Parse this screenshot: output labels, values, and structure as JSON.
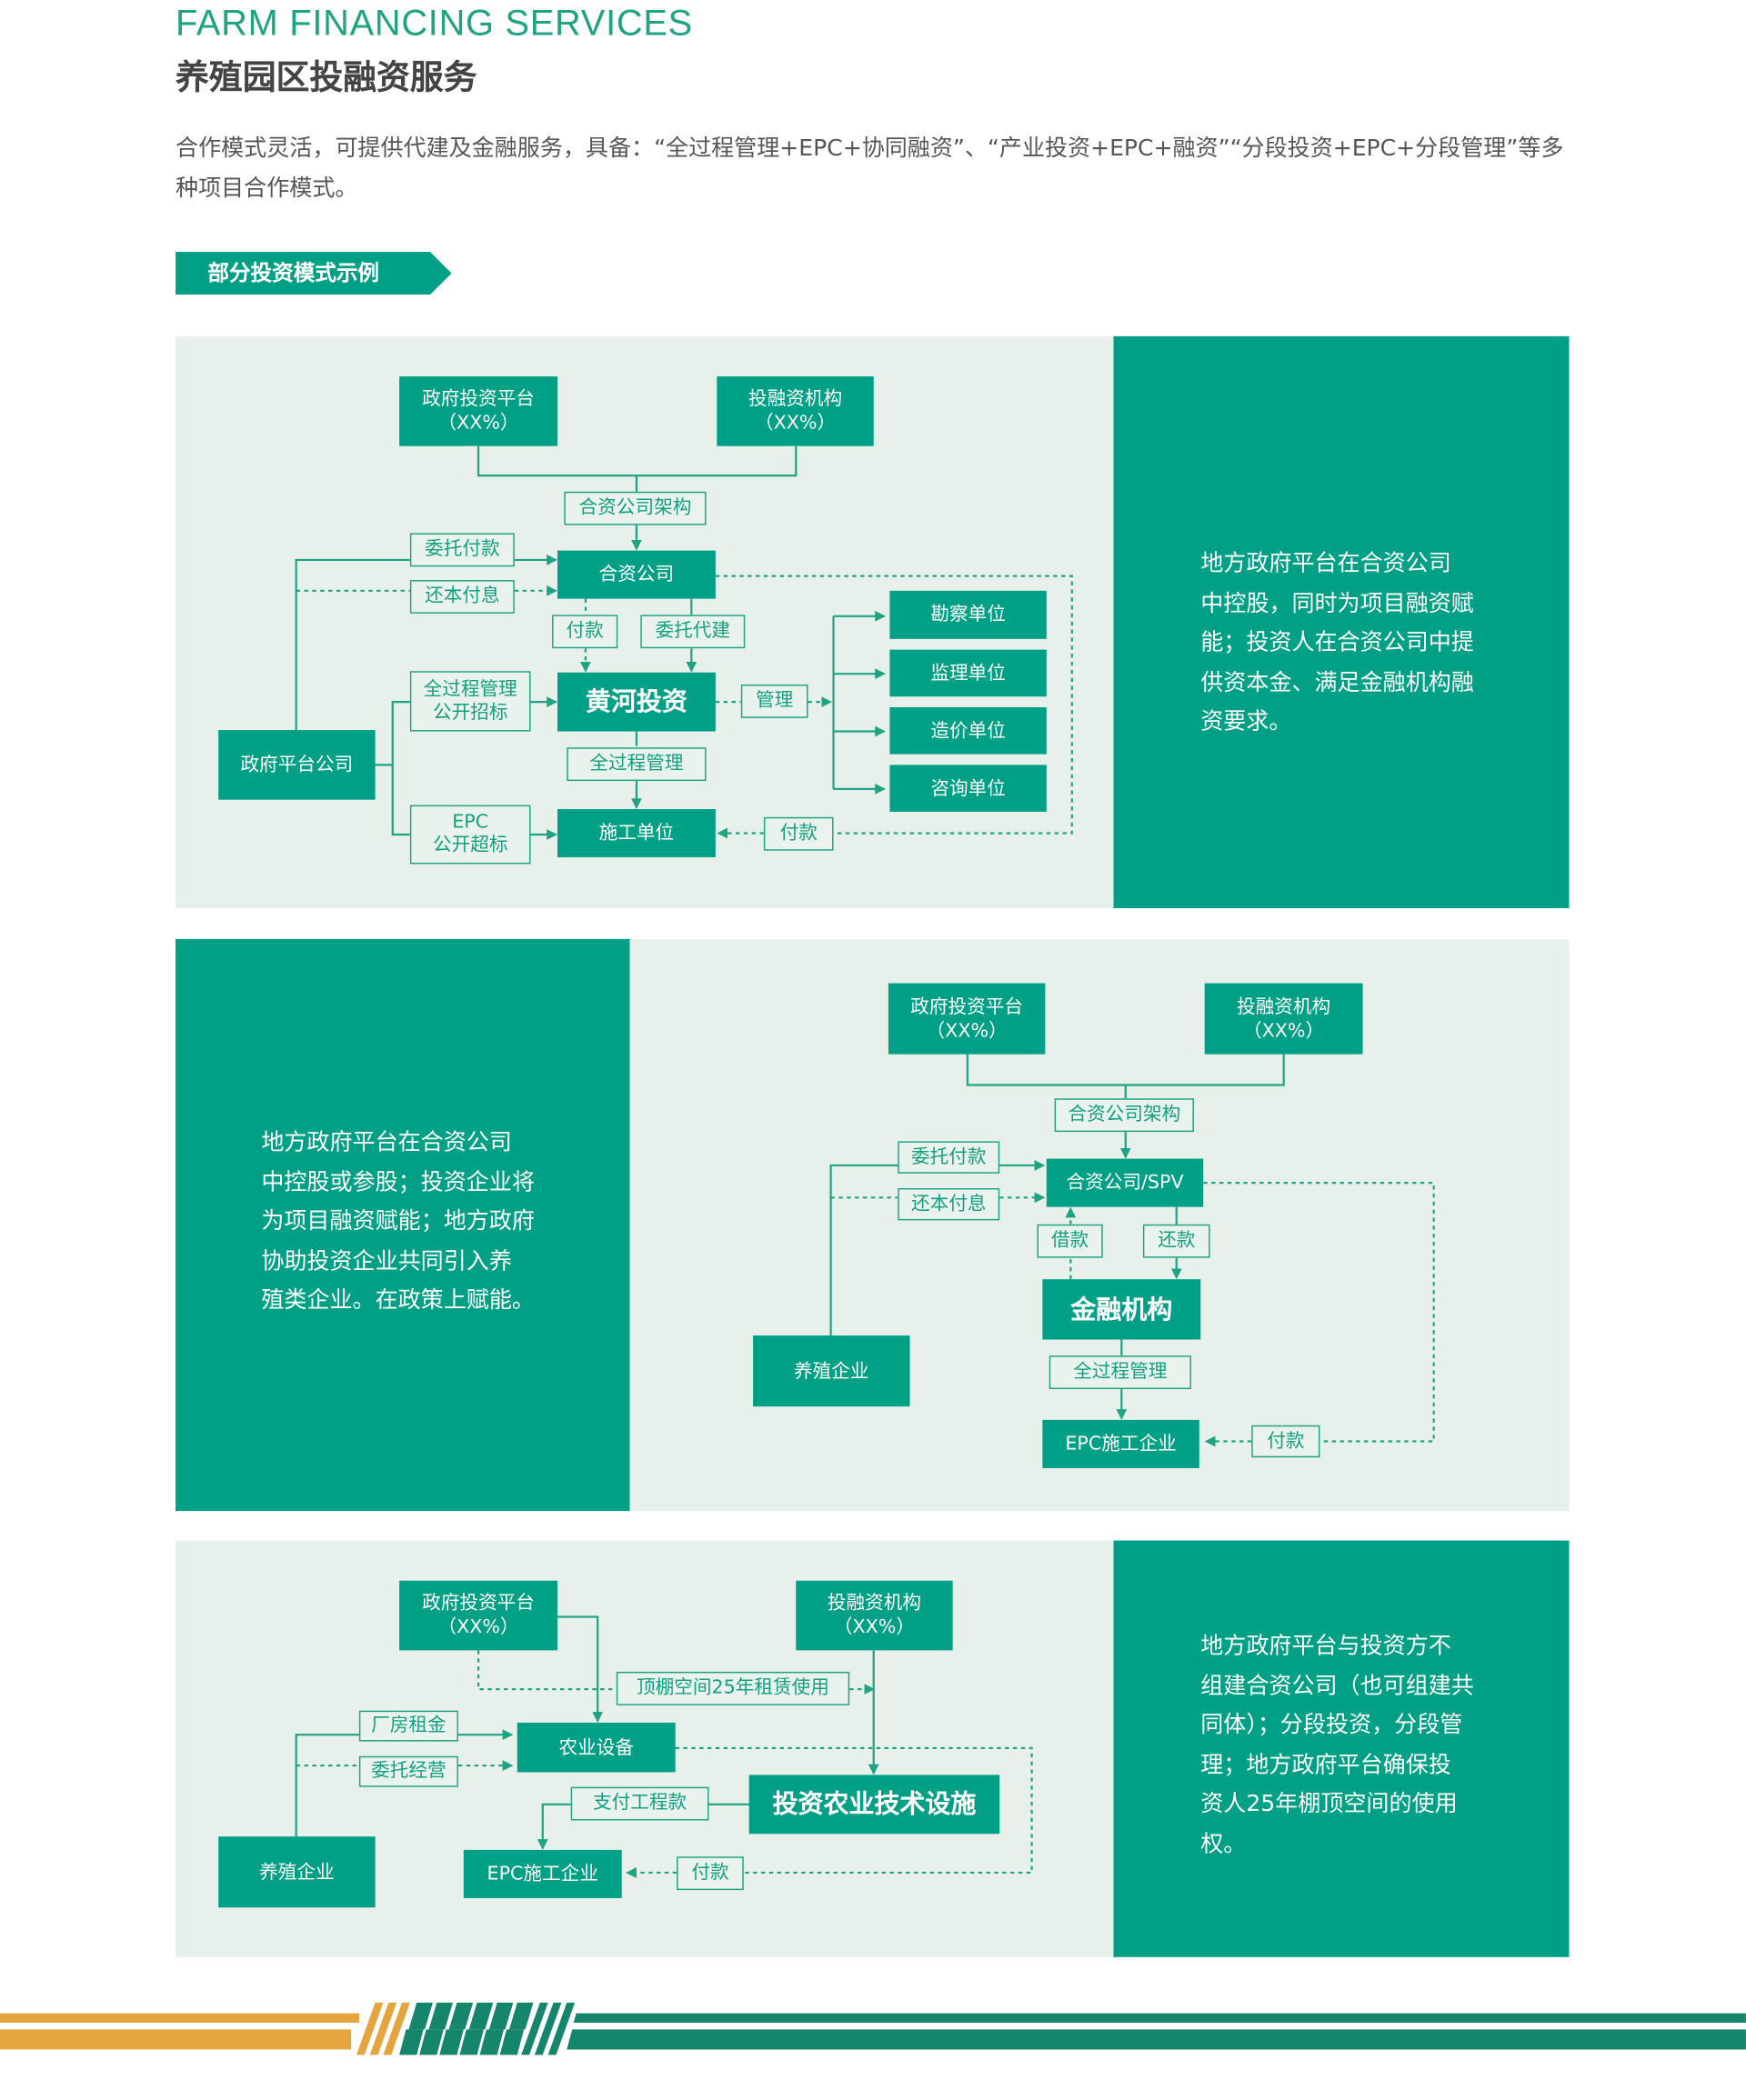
{
  "header": {
    "en_title": "FARM FINANCING SERVICES",
    "cn_title": "养殖园区投融资服务",
    "intro": "合作模式灵活，可提供代建及金融服务，具备：“全过程管理+EPC+协同融资”、“产业投资+EPC+融资”“分段投资+EPC+分段管理”等多种项目合作模式。",
    "section_tag": "部分投资模式示例"
  },
  "colors": {
    "brand": "#00a086",
    "panel_bg": "#e8f0ec",
    "accent_orange": "#e5a43e",
    "footer_green": "#15866c"
  },
  "d1": {
    "gov": "政府投资平台",
    "inv": "投融资机构",
    "pct": "（XX%）",
    "jv_struct": "合资公司架构",
    "jv": "合资公司",
    "entrust_pay": "委托付款",
    "repay": "还本付息",
    "pay": "付款",
    "entrust_build": "委托代建",
    "huanghe": "黄河投资",
    "tender1": "全过程管理",
    "tender2": "公开招标",
    "manage": "管理",
    "full_manage": "全过程管理",
    "epc1": "EPC",
    "epc2": "公开超标",
    "construct": "施工单位",
    "pay2": "付款",
    "gov_co": "政府平台公司",
    "units": [
      "勘察单位",
      "监理单位",
      "造价单位",
      "咨询单位"
    ],
    "desc": [
      "地方政府平台在合资公司",
      "中控股，同时为项目融资赋",
      "能；投资人在合资公司中提",
      "供资本金、满足金融机构融",
      "资要求。"
    ]
  },
  "d2": {
    "gov": "政府投资平台",
    "inv": "投融资机构",
    "pct": "（XX%）",
    "jv_struct": "合资公司架构",
    "spv": "合资公司/SPV",
    "entrust_pay": "委托付款",
    "repay": "还本付息",
    "borrow": "借款",
    "return": "还款",
    "finance": "金融机构",
    "farm": "养殖企业",
    "full_manage": "全过程管理",
    "epc": "EPC施工企业",
    "pay": "付款",
    "desc": [
      "地方政府平台在合资公司",
      "中控股或参股；投资企业将",
      "为项目融资赋能；地方政府",
      "协助投资企业共同引入养",
      "殖类企业。在政策上赋能。"
    ]
  },
  "d3": {
    "gov": "政府投资平台",
    "inv": "投融资机构",
    "pct": "（XX%）",
    "lease": "顶棚空间25年租赁使用",
    "rent": "厂房租金",
    "entrust_op": "委托经营",
    "equip": "农业设备",
    "facility": "投资农业技术设施",
    "pay_eng": "支付工程款",
    "farm": "养殖企业",
    "epc": "EPC施工企业",
    "pay": "付款",
    "desc": [
      "地方政府平台与投资方不",
      "组建合资公司（也可组建共",
      "同体）；分段投资，分段管",
      "理；地方政府平台确保投",
      "资人25年棚顶空间的使用",
      "权。"
    ]
  }
}
